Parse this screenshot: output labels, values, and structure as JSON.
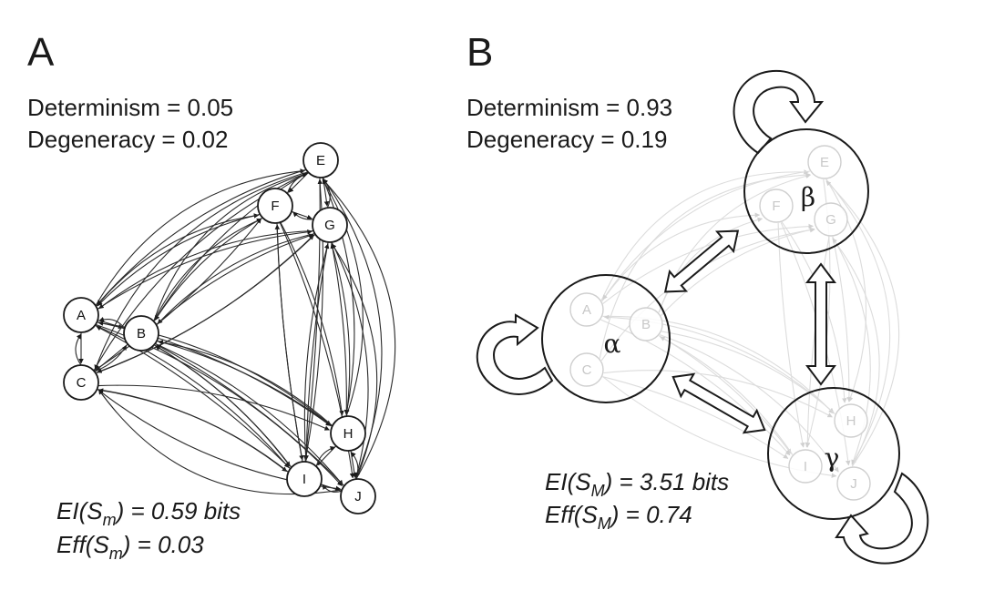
{
  "panelA": {
    "label": "A",
    "determinism": "Determinism = 0.05",
    "degeneracy": "Degeneracy = 0.02",
    "ei_prefix": "EI(S",
    "ei_sub": "m",
    "ei_suffix": ") = 0.59 bits",
    "eff_prefix": "Eff(S",
    "eff_sub": "m",
    "eff_suffix": ") = 0.03",
    "nodes": [
      "A",
      "B",
      "C",
      "E",
      "F",
      "G",
      "H",
      "I",
      "J"
    ]
  },
  "panelB": {
    "label": "B",
    "determinism": "Determinism = 0.93",
    "degeneracy": "Degeneracy = 0.19",
    "ei_prefix": "EI(S",
    "ei_sub": "M",
    "ei_suffix": ") = 3.51 bits",
    "eff_prefix": "Eff(S",
    "eff_sub": "M",
    "eff_suffix": ") = 0.74",
    "macro_nodes": [
      "α",
      "β",
      "γ"
    ],
    "micro_nodes": [
      "A",
      "B",
      "C",
      "E",
      "F",
      "G",
      "H",
      "I",
      "J"
    ]
  },
  "colors": {
    "ink": "#1a1a1a",
    "faint_edges": "#d9d9d9",
    "faint_nodes": "#c8c8c8"
  }
}
